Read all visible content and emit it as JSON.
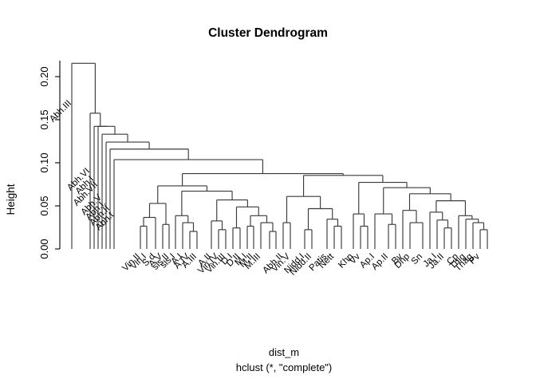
{
  "plot": {
    "title": "Cluster Dendrogram",
    "ylabel": "Height",
    "caption_line1": "dist_m",
    "caption_line2": "hclust (*, \"complete\")"
  },
  "chart_data": {
    "type": "dendrogram",
    "title": "Cluster Dendrogram",
    "xlabel": "dist_m",
    "sub_xlabel": "hclust (*, \"complete\")",
    "ylabel": "Height",
    "ylim": [
      0.0,
      0.215
    ],
    "ytick_values": [
      0.0,
      0.05,
      0.1,
      0.15,
      0.2
    ],
    "ytick_labels": [
      "0.00",
      "0.05",
      "0.10",
      "0.15",
      "0.20"
    ],
    "grid": false,
    "legend": "none",
    "linkage": "complete",
    "distance_object": "dist_m",
    "label_rotation_deg": -45,
    "n_leaves": 39,
    "leaf_labels": [
      "Abh.III",
      "Abh.VI",
      "Abh.I",
      "Abh.VII",
      "Abh.V",
      "Abh.I.",
      "Abh.II",
      "Abh.t",
      "Abh.IV",
      "Vin.II",
      "Vin.I",
      "S.d",
      "A.V",
      "sis.II",
      "sis.I",
      "A.I",
      "A.IV",
      "A.III",
      "A.II",
      "Vin.IV",
      "Vin.III",
      "D.I",
      "D.II",
      "M.I",
      "M.II",
      "M.III",
      "Abh.II",
      "Vin.V",
      "Nidd.I",
      "Nidd.II",
      "Patis",
      "Nett",
      "Khp",
      "Vv",
      "Ap.I",
      "Ap.II",
      "Bv",
      "Dhp",
      "Sn",
      "Ja.I",
      "Ja.II",
      "Cp",
      "Thig",
      "Thag",
      "Pv"
    ],
    "merge_heights": [
      0.212,
      0.155,
      0.14,
      0.131,
      0.122,
      0.114,
      0.102,
      0.086,
      0.082,
      0.072,
      0.068,
      0.063,
      0.058,
      0.052,
      0.046,
      0.04,
      0.035,
      0.03,
      0.025,
      0.02
    ],
    "description": "Hierarchical clustering dendrogram of Pali canon texts; tall left ladder of Abh.* outliers, dense low-height clusters on the right."
  },
  "axis": {
    "y_ticks": [
      "0.20",
      "0.15",
      "0.10",
      "0.05",
      "0.00"
    ]
  }
}
